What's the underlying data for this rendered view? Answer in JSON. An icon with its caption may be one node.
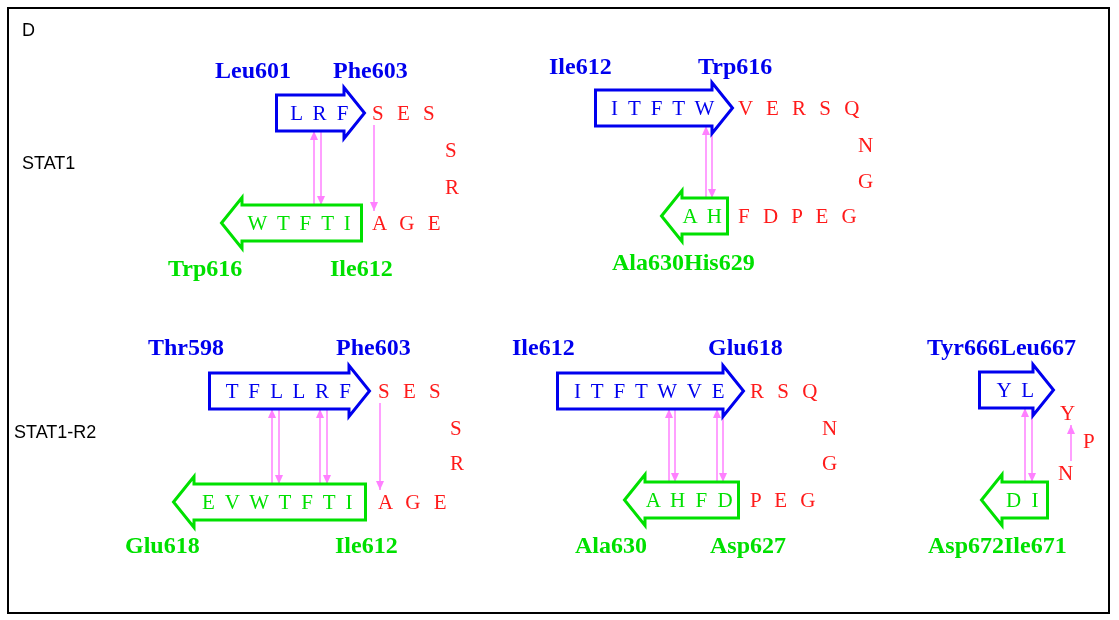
{
  "diagram": {
    "nodes": [
      {
        "text": [
          "L R F"
        ],
        "beside": [
          "Leu601",
          "Phe603"
        ]
      },
      {
        "text": [
          "S E S"
        ]
      },
      {
        "text": [
          "S"
        ]
      },
      {
        "text": [
          "R"
        ]
      },
      {
        "text": [
          "W T F T I"
        ],
        "beside": [
          "Trp616",
          "Ile612"
        ]
      },
      {
        "text": [
          "A G E"
        ]
      },
      {
        "text": [
          "I T F T W"
        ],
        "beside": [
          "Ile612",
          "Trp616"
        ]
      },
      {
        "text": [
          "V E R S Q"
        ]
      },
      {
        "text": [
          "N"
        ]
      },
      {
        "text": [
          "G"
        ]
      },
      {
        "text": [
          "A H"
        ],
        "beside": [
          "Ala630His629"
        ]
      },
      {
        "text": [
          "F D P E G"
        ]
      },
      {
        "text": [
          "T F L L R F"
        ],
        "beside": [
          "Thr598",
          "Phe603"
        ]
      },
      {
        "text": [
          "S E S"
        ]
      },
      {
        "text": [
          "S"
        ]
      },
      {
        "text": [
          "R"
        ]
      },
      {
        "text": [
          "E V W T F T I"
        ],
        "beside": [
          "Glu618",
          "Ile612"
        ]
      },
      {
        "text": [
          "A G E"
        ]
      },
      {
        "text": [
          "I T F T W V E"
        ],
        "beside": [
          "Ile612",
          "Glu618"
        ]
      },
      {
        "text": [
          "R S Q"
        ]
      },
      {
        "text": [
          "N"
        ]
      },
      {
        "text": [
          "G"
        ]
      },
      {
        "text": [
          "A H F D"
        ],
        "beside": [
          "Ala630",
          "Asp627"
        ]
      },
      {
        "text": [
          "P E G"
        ]
      },
      {
        "text": [
          "Y L"
        ],
        "beside": [
          "Tyr666Leu667"
        ]
      },
      {
        "text": [
          "Y"
        ]
      },
      {
        "text": [
          "P"
        ]
      },
      {
        "text": [
          "N"
        ]
      },
      {
        "text": [
          "D I"
        ],
        "beside": [
          "Asp672Ile671"
        ]
      }
    ],
    "edges": [
      {
        "from": 4,
        "to": 0,
        "arrow": "to"
      },
      {
        "from": 0,
        "to": 4,
        "arrow": "to"
      },
      {
        "from": 1,
        "to": 5,
        "arrow": "to"
      },
      {
        "from": 10,
        "to": 6,
        "arrow": "to"
      },
      {
        "from": 6,
        "to": 10,
        "arrow": "to"
      },
      {
        "from": 16,
        "to": 12,
        "arrow": "to"
      },
      {
        "from": 12,
        "to": 16,
        "arrow": "to"
      },
      {
        "from": 16,
        "to": 12,
        "arrow": "to"
      },
      {
        "from": 12,
        "to": 16,
        "arrow": "to"
      },
      {
        "from": 13,
        "to": 17,
        "arrow": "to"
      },
      {
        "from": 22,
        "to": 18,
        "arrow": "to"
      },
      {
        "from": 18,
        "to": 22,
        "arrow": "to"
      },
      {
        "from": 22,
        "to": 18,
        "arrow": "to"
      },
      {
        "from": 18,
        "to": 22,
        "arrow": "to"
      },
      {
        "from": 28,
        "to": 24,
        "arrow": "to"
      },
      {
        "from": 24,
        "to": 28,
        "arrow": "to"
      },
      {
        "from": 27,
        "to": 25,
        "arrow": "to"
      }
    ],
    "labels": [
      "D",
      "STAT1",
      "STAT1-R2"
    ]
  }
}
